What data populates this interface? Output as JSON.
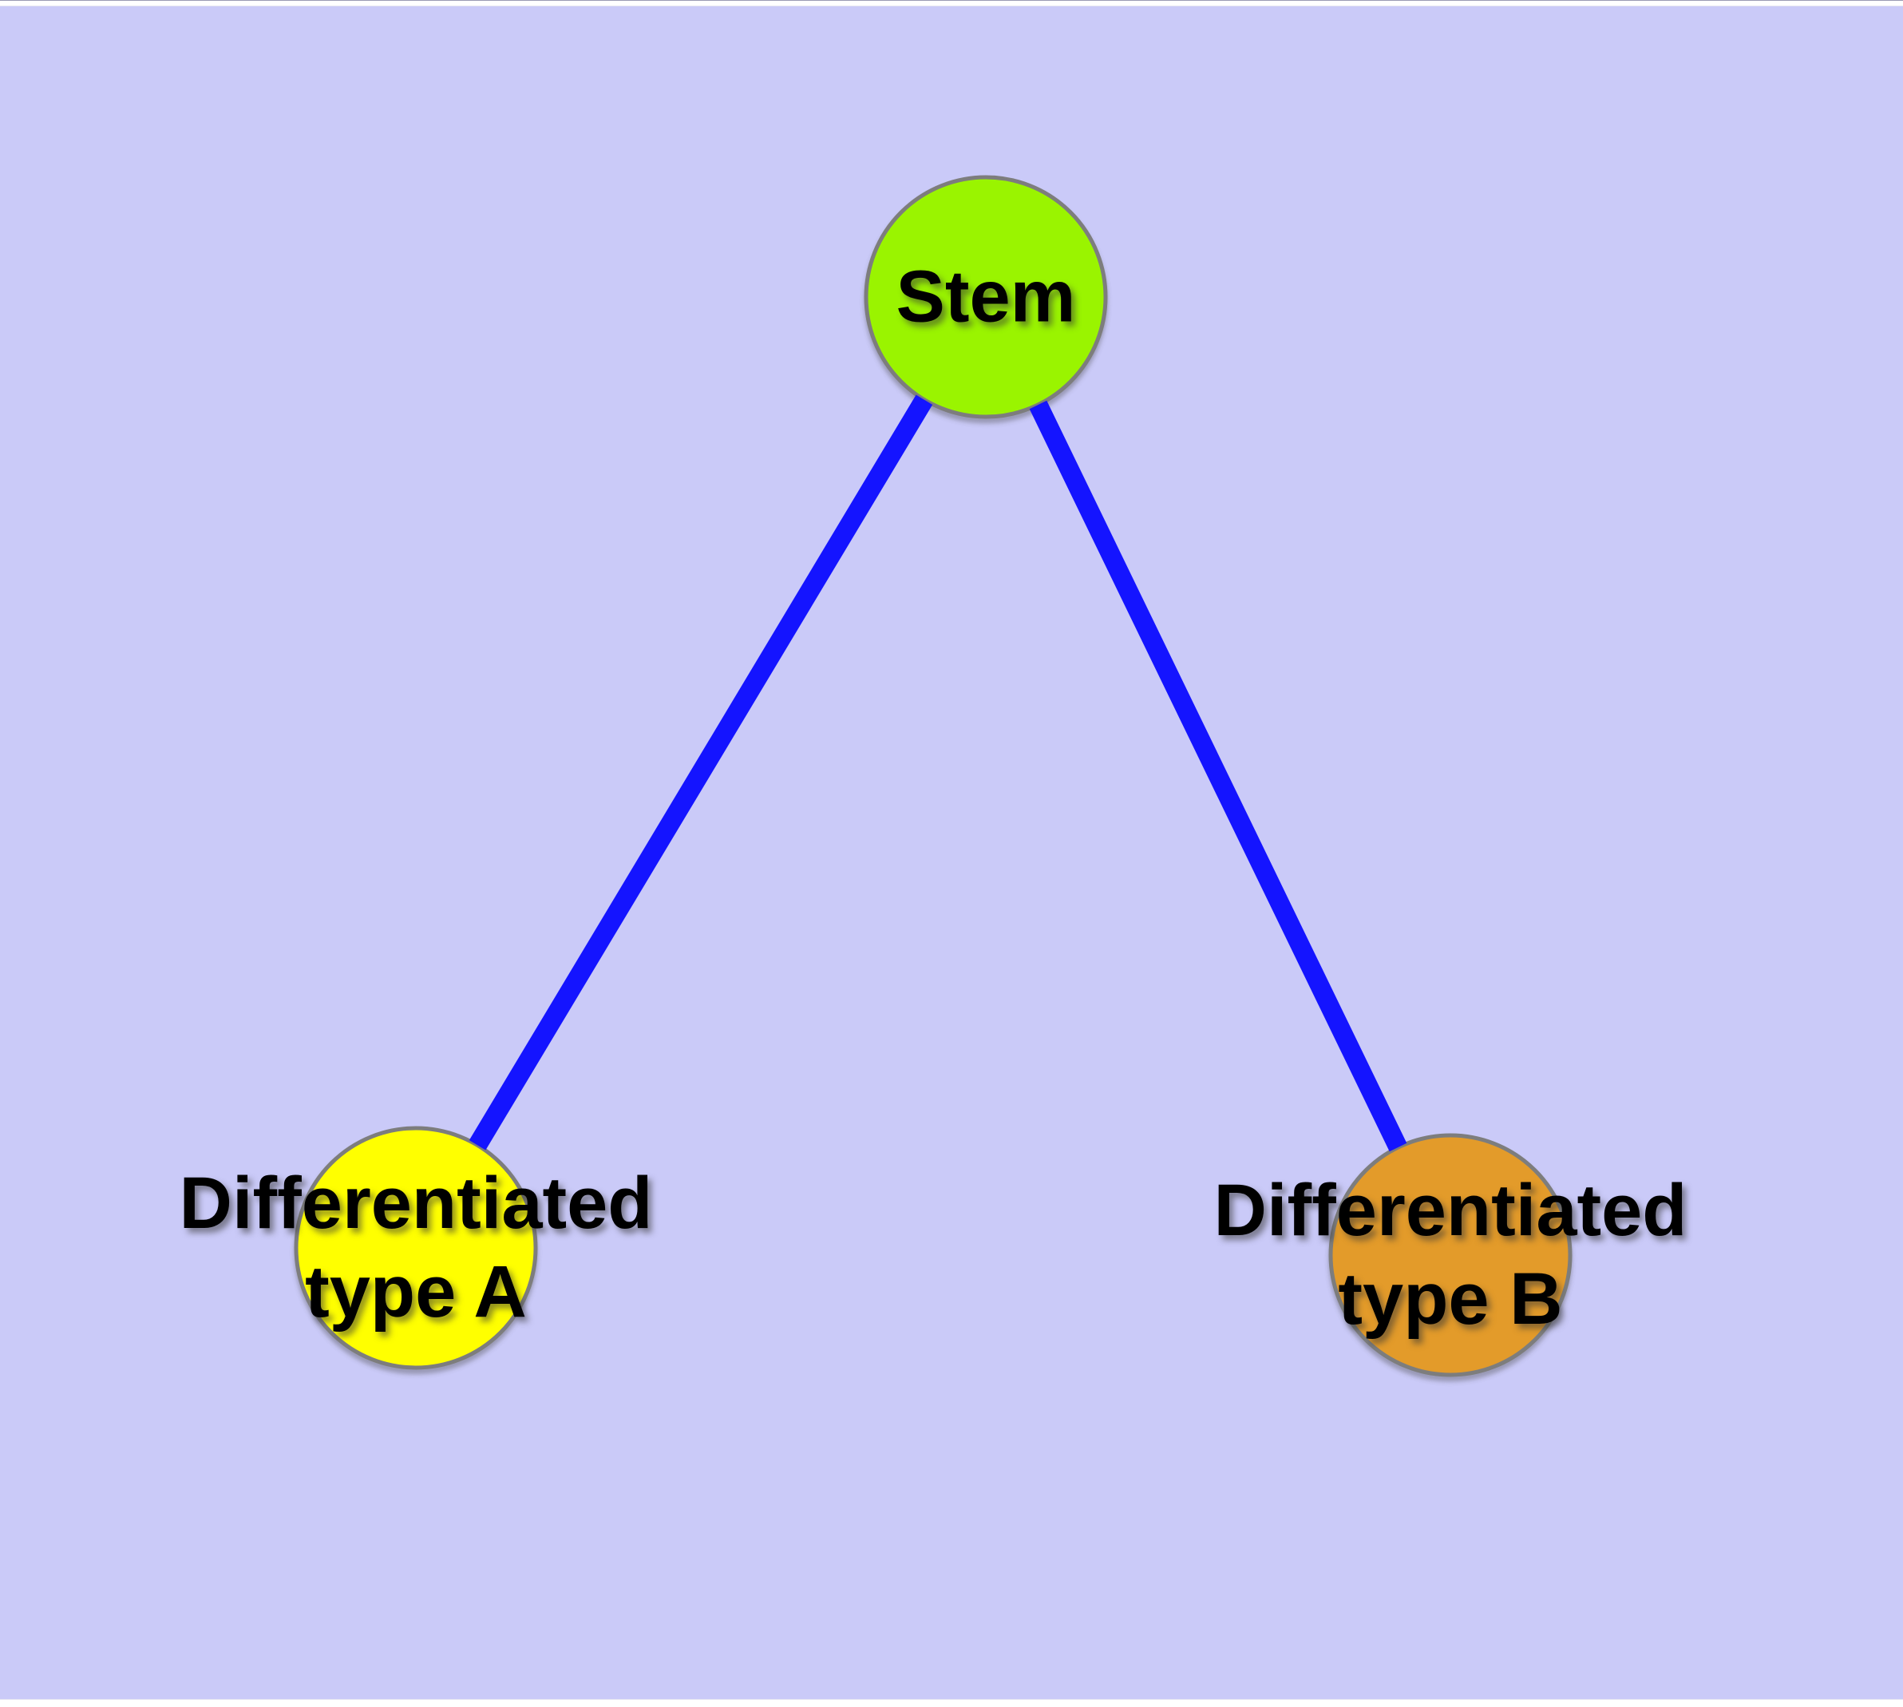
{
  "theme": {
    "background": "#CACAF8",
    "window_edge": "#FFFFFF",
    "node_border": "#7D7D7D",
    "edge_color": "#1414FF",
    "text_color": "#000000"
  },
  "graph": {
    "nodes": [
      {
        "id": "stem",
        "label": "Stem",
        "line1": "Stem",
        "line2": "",
        "color": "#9AF400"
      },
      {
        "id": "diff-a",
        "label": "Differentiated type A",
        "line1": "Differentiated",
        "line2": "type A",
        "color": "#FFFF00"
      },
      {
        "id": "diff-b",
        "label": "Differentiated type B",
        "line1": "Differentiated",
        "line2": "type B",
        "color": "#E39B2B"
      }
    ],
    "edges": [
      {
        "from": "Stem",
        "to": "Differentiated type A"
      },
      {
        "from": "Stem",
        "to": "Differentiated type B"
      }
    ]
  }
}
